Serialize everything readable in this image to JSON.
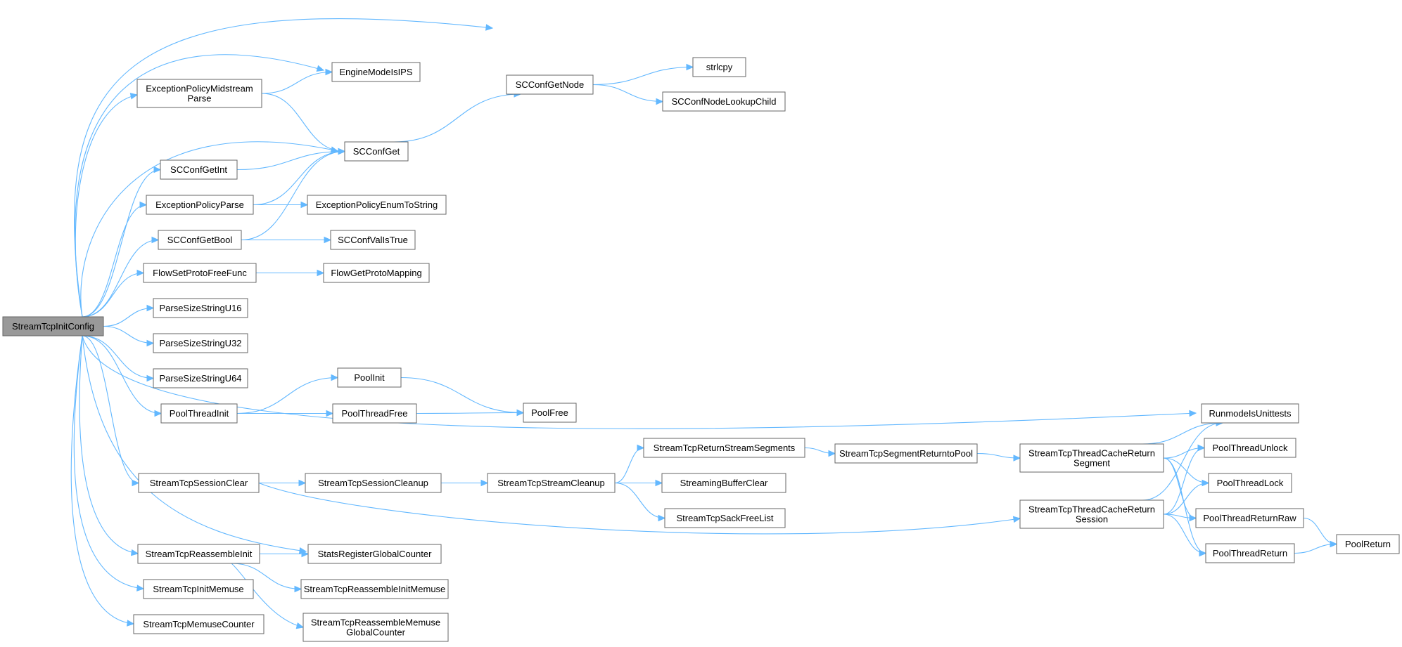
{
  "graph": {
    "type": "call-graph",
    "edge_color": "#63b8ff",
    "root_fill": "#999999",
    "node_border": "#666666",
    "nodes": [
      {
        "id": "root",
        "label": [
          "StreamTcpInitConfig"
        ],
        "root": true
      },
      {
        "id": "epmp",
        "label": [
          "ExceptionPolicyMidstream",
          "Parse"
        ]
      },
      {
        "id": "emips",
        "label": [
          "EngineModeIsIPS"
        ]
      },
      {
        "id": "scgetnode",
        "label": [
          "SCConfGetNode"
        ]
      },
      {
        "id": "strlcpy",
        "label": [
          "strlcpy"
        ]
      },
      {
        "id": "sclookup",
        "label": [
          "SCConfNodeLookupChild"
        ]
      },
      {
        "id": "scget",
        "label": [
          "SCConfGet"
        ]
      },
      {
        "id": "scgetint",
        "label": [
          "SCConfGetInt"
        ]
      },
      {
        "id": "epparse",
        "label": [
          "ExceptionPolicyParse"
        ]
      },
      {
        "id": "epenum",
        "label": [
          "ExceptionPolicyEnumToString"
        ]
      },
      {
        "id": "scgetbool",
        "label": [
          "SCConfGetBool"
        ]
      },
      {
        "id": "scvalistrue",
        "label": [
          "SCConfValIsTrue"
        ]
      },
      {
        "id": "flowset",
        "label": [
          "FlowSetProtoFreeFunc"
        ]
      },
      {
        "id": "flowget",
        "label": [
          "FlowGetProtoMapping"
        ]
      },
      {
        "id": "ps16",
        "label": [
          "ParseSizeStringU16"
        ]
      },
      {
        "id": "ps32",
        "label": [
          "ParseSizeStringU32"
        ]
      },
      {
        "id": "ps64",
        "label": [
          "ParseSizeStringU64"
        ]
      },
      {
        "id": "poolthreadinit",
        "label": [
          "PoolThreadInit"
        ]
      },
      {
        "id": "poolinit",
        "label": [
          "PoolInit"
        ]
      },
      {
        "id": "poolthreadfree",
        "label": [
          "PoolThreadFree"
        ]
      },
      {
        "id": "poolfree",
        "label": [
          "PoolFree"
        ]
      },
      {
        "id": "runmode",
        "label": [
          "RunmodeIsUnittests"
        ]
      },
      {
        "id": "sessclear",
        "label": [
          "StreamTcpSessionClear"
        ]
      },
      {
        "id": "sesscleanup",
        "label": [
          "StreamTcpSessionCleanup"
        ]
      },
      {
        "id": "streamcleanup",
        "label": [
          "StreamTcpStreamCleanup"
        ]
      },
      {
        "id": "retsegs",
        "label": [
          "StreamTcpReturnStreamSegments"
        ]
      },
      {
        "id": "segretpool",
        "label": [
          "StreamTcpSegmentReturntoPool"
        ]
      },
      {
        "id": "tcrseg",
        "label": [
          "StreamTcpThreadCacheReturn",
          "Segment"
        ]
      },
      {
        "id": "streambufclear",
        "label": [
          "StreamingBufferClear"
        ]
      },
      {
        "id": "sackfree",
        "label": [
          "StreamTcpSackFreeList"
        ]
      },
      {
        "id": "tcrsess",
        "label": [
          "StreamTcpThreadCacheReturn",
          "Session"
        ]
      },
      {
        "id": "ptunlock",
        "label": [
          "PoolThreadUnlock"
        ]
      },
      {
        "id": "ptlock",
        "label": [
          "PoolThreadLock"
        ]
      },
      {
        "id": "ptreturnraw",
        "label": [
          "PoolThreadReturnRaw"
        ]
      },
      {
        "id": "ptreturn",
        "label": [
          "PoolThreadReturn"
        ]
      },
      {
        "id": "poolreturn",
        "label": [
          "PoolReturn"
        ]
      },
      {
        "id": "reasminit",
        "label": [
          "StreamTcpReassembleInit"
        ]
      },
      {
        "id": "statsreg",
        "label": [
          "StatsRegisterGlobalCounter"
        ]
      },
      {
        "id": "initmemuse",
        "label": [
          "StreamTcpInitMemuse"
        ]
      },
      {
        "id": "reasminitmemuse",
        "label": [
          "StreamTcpReassembleInitMemuse"
        ]
      },
      {
        "id": "memusecounter",
        "label": [
          "StreamTcpMemuseCounter"
        ]
      },
      {
        "id": "reasmmemusegc",
        "label": [
          "StreamTcpReassembleMemuse",
          "GlobalCounter"
        ]
      }
    ],
    "edges": [
      [
        "root",
        "emips"
      ],
      [
        "root",
        "scgetnode"
      ],
      [
        "root",
        "epmp"
      ],
      [
        "root",
        "scget"
      ],
      [
        "root",
        "scgetint"
      ],
      [
        "root",
        "epparse"
      ],
      [
        "root",
        "scgetbool"
      ],
      [
        "root",
        "flowset"
      ],
      [
        "root",
        "ps16"
      ],
      [
        "root",
        "ps32"
      ],
      [
        "root",
        "ps64"
      ],
      [
        "root",
        "poolthreadinit"
      ],
      [
        "root",
        "runmode"
      ],
      [
        "root",
        "sessclear"
      ],
      [
        "root",
        "statsreg"
      ],
      [
        "root",
        "reasminit"
      ],
      [
        "root",
        "initmemuse"
      ],
      [
        "root",
        "memusecounter"
      ],
      [
        "epmp",
        "emips"
      ],
      [
        "epmp",
        "scget"
      ],
      [
        "scgetnode",
        "strlcpy"
      ],
      [
        "scgetnode",
        "sclookup"
      ],
      [
        "scget",
        "scgetnode"
      ],
      [
        "scgetint",
        "scget"
      ],
      [
        "epparse",
        "scget"
      ],
      [
        "epparse",
        "epenum"
      ],
      [
        "scgetbool",
        "scget"
      ],
      [
        "scgetbool",
        "scvalistrue"
      ],
      [
        "flowset",
        "flowget"
      ],
      [
        "poolthreadinit",
        "poolinit"
      ],
      [
        "poolthreadinit",
        "poolthreadfree"
      ],
      [
        "poolinit",
        "poolfree"
      ],
      [
        "poolthreadfree",
        "poolfree"
      ],
      [
        "sessclear",
        "sesscleanup"
      ],
      [
        "sessclear",
        "tcrsess"
      ],
      [
        "sesscleanup",
        "streamcleanup"
      ],
      [
        "streamcleanup",
        "retsegs"
      ],
      [
        "streamcleanup",
        "streambufclear"
      ],
      [
        "streamcleanup",
        "sackfree"
      ],
      [
        "retsegs",
        "segretpool"
      ],
      [
        "segretpool",
        "tcrseg"
      ],
      [
        "tcrseg",
        "runmode"
      ],
      [
        "tcrseg",
        "ptunlock"
      ],
      [
        "tcrseg",
        "ptlock"
      ],
      [
        "tcrseg",
        "ptreturnraw"
      ],
      [
        "tcrseg",
        "ptreturn"
      ],
      [
        "tcrsess",
        "runmode"
      ],
      [
        "tcrsess",
        "ptunlock"
      ],
      [
        "tcrsess",
        "ptlock"
      ],
      [
        "tcrsess",
        "ptreturnraw"
      ],
      [
        "tcrsess",
        "ptreturn"
      ],
      [
        "ptreturnraw",
        "poolreturn"
      ],
      [
        "ptreturn",
        "poolreturn"
      ],
      [
        "reasminit",
        "statsreg"
      ],
      [
        "reasminit",
        "reasminitmemuse"
      ],
      [
        "reasminit",
        "reasmmemusegc"
      ]
    ]
  }
}
